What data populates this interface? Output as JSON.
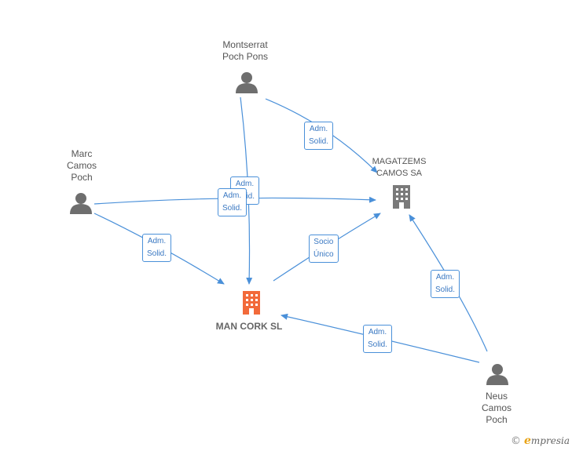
{
  "colors": {
    "edge": "#4a90d9",
    "person": "#6e6e6e",
    "company": "#7a7a7a",
    "main_company": "#f26a3a"
  },
  "nodes": {
    "montserrat": {
      "label": "Montserrat\nPoch Pons",
      "icon": "person-icon"
    },
    "marc": {
      "label": "Marc\nCamos\nPoch",
      "icon": "person-icon"
    },
    "neus": {
      "label": "Neus\nCamos\nPoch",
      "icon": "person-icon"
    },
    "magatzems": {
      "label": "MAGATZEMS\nCAMOS SA",
      "icon": "building-icon"
    },
    "mancork": {
      "label": "MAN CORK SL",
      "icon": "building-icon"
    }
  },
  "edges": {
    "montserrat_magatzems": "Adm.\nSolid.",
    "montserrat_mancork": "Adm.\nSolid.",
    "marc_magatzems": "Adm.\nSolid.",
    "marc_mancork": "Adm.\nSolid.",
    "mancork_magatzems": "Socio\nÚnico",
    "neus_magatzems": "Adm.\nSolid.",
    "neus_mancork": "Adm.\nSolid."
  },
  "brand": {
    "copyright": "©",
    "initial": "e",
    "rest": "mpresia"
  }
}
